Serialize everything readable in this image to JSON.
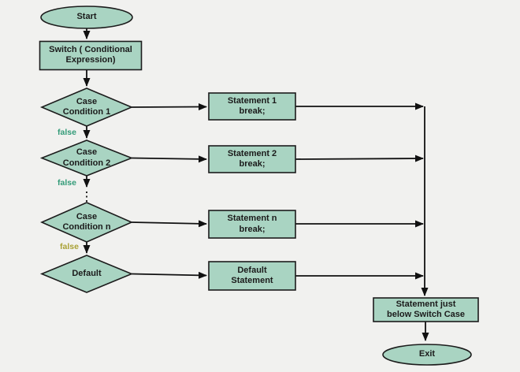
{
  "colors": {
    "background": "#f1f1ef",
    "shape_fill": "#a9d4c2",
    "shape_border": "#1c1c1c",
    "connector": "#111111",
    "text": "#1b1b1b",
    "false_label_green": "#339b78",
    "false_label_olive": "#a9a135"
  },
  "nodes": {
    "start": {
      "type": "terminator",
      "label": "Start"
    },
    "switch": {
      "type": "process",
      "label": "Switch ( Conditional\nExpression)"
    },
    "case1": {
      "type": "decision",
      "label": "Case\nCondition 1"
    },
    "case2": {
      "type": "decision",
      "label": "Case\nCondition 2"
    },
    "case_n": {
      "type": "decision",
      "label": "Case\nCondition n"
    },
    "default_case": {
      "type": "decision",
      "label": "Default"
    },
    "statement1": {
      "type": "process",
      "label": "Statement 1\nbreak;"
    },
    "statement2": {
      "type": "process",
      "label": "Statement 2\nbreak;"
    },
    "statement_n": {
      "type": "process",
      "label": "Statement n\nbreak;"
    },
    "default_statement": {
      "type": "process",
      "label": "Default\nStatement"
    },
    "below_switch": {
      "type": "process",
      "label": "Statement just\nbelow Switch Case"
    },
    "exit": {
      "type": "terminator",
      "label": "Exit"
    }
  },
  "edge_labels": {
    "case1_false": "false",
    "case2_false": "false",
    "case_n_false": "false"
  }
}
